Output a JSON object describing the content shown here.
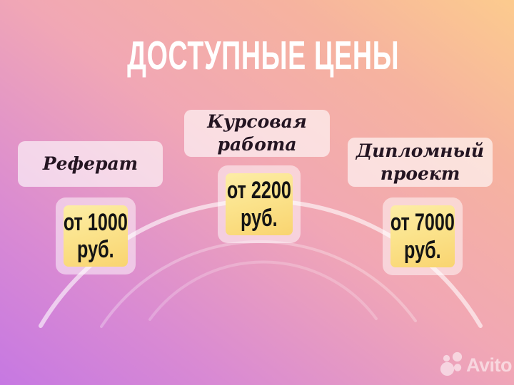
{
  "title": "ДОСТУПНЫЕ ЦЕНЫ",
  "cards": [
    {
      "label": "Реферат",
      "price_line1": "от 1000",
      "price_line2": "руб."
    },
    {
      "label": "Курсовая работа",
      "price_line1": "от 2200",
      "price_line2": "руб."
    },
    {
      "label": "Дипломный проект",
      "price_line1": "от 7000",
      "price_line2": "руб."
    }
  ],
  "watermark": {
    "brand": "Avito"
  },
  "colors": {
    "bg_top_right": "#fccb8e",
    "bg_middle": "#f1a7b5",
    "bg_bottom_left": "#c678e2",
    "label_card_bg": "rgba(255,255,255,0.62)",
    "label_text": "#241522",
    "price_frame_bg": "rgba(255,255,255,0.5)",
    "price_yellow_top": "#fdeda6",
    "price_yellow_bottom": "#f9d470",
    "price_text": "#141414",
    "title_text": "#ffffff",
    "arc_stroke": "#ffffff"
  }
}
